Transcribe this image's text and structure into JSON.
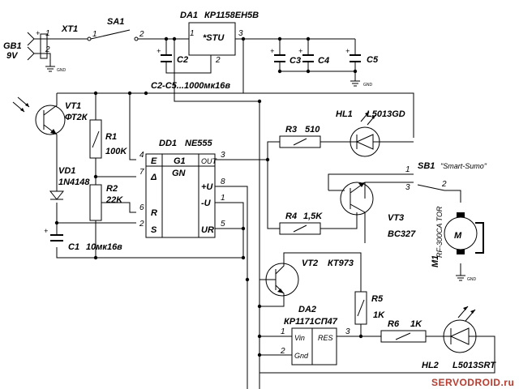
{
  "components": {
    "gb1": {
      "ref": "GB1",
      "value": "9V",
      "pin_pos": "+",
      "pin1": "1",
      "pin2": "2",
      "gnd": "GND"
    },
    "xt1": {
      "ref": "XT1"
    },
    "sa1": {
      "ref": "SA1",
      "pin1": "1",
      "pin2": "2"
    },
    "da1": {
      "ref": "DA1",
      "part": "КР1158ЕН5В",
      "body": "*STU",
      "pin1": "1",
      "pin2": "2",
      "pin3": "3"
    },
    "c2": {
      "ref": "C2",
      "plus": "+"
    },
    "c3": {
      "ref": "C3",
      "plus": "+"
    },
    "c4": {
      "ref": "C4",
      "plus": "+"
    },
    "c5": {
      "ref": "C5",
      "plus": "+"
    },
    "caps_note": "C2-C5...1000мк16в",
    "gnd_top": "GND",
    "vt1": {
      "ref": "VT1",
      "part": "ФТ2К"
    },
    "r1": {
      "ref": "R1",
      "value": "100K"
    },
    "vd1": {
      "ref": "VD1",
      "part": "1N4148"
    },
    "r2": {
      "ref": "R2",
      "value": "22K"
    },
    "c1": {
      "ref": "C1",
      "value": "10мк16в",
      "plus": "+"
    },
    "dd1": {
      "ref": "DD1",
      "part": "NE555",
      "left_labels": [
        "E",
        "Δ",
        "R",
        "S"
      ],
      "mid_labels": [
        "G1",
        "GN"
      ],
      "right_labels": [
        "OUT",
        "+U",
        "-U",
        "UR"
      ],
      "pins_left": [
        "4",
        "7",
        "6",
        "2"
      ],
      "pins_right": [
        "3",
        "8",
        "1",
        "5"
      ]
    },
    "hl1": {
      "ref": "HL1",
      "part": "L5013GD"
    },
    "r3": {
      "ref": "R3",
      "value": "510"
    },
    "sb1": {
      "ref": "SB1",
      "label": "\"Smart-Sumo\"",
      "pin1": "1",
      "pin2": "2",
      "pin3": "3"
    },
    "r4": {
      "ref": "R4",
      "value": "1,5K"
    },
    "vt3": {
      "ref": "VT3",
      "part": "BC327"
    },
    "m1": {
      "ref": "M1",
      "part": "RF-300CA TOR",
      "body": "M",
      "gnd": "GND"
    },
    "vt2": {
      "ref": "VT2",
      "part": "КТ973"
    },
    "r5": {
      "ref": "R5",
      "value": "1K"
    },
    "da2": {
      "ref": "DA2",
      "part": "КР1171СП47",
      "vin": "Vin",
      "gnd": "Gnd",
      "res": "RES",
      "pin1": "1",
      "pin2": "2",
      "pin3": "3"
    },
    "r6": {
      "ref": "R6",
      "value": "1K"
    },
    "hl2": {
      "ref": "HL2",
      "part": "L5013SRT"
    }
  },
  "watermark": "SERVODROID.ru"
}
